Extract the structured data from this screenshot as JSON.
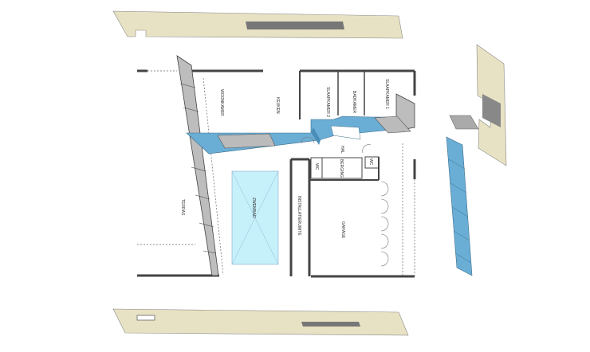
{
  "rooms": {
    "woonkamer": "WOONKAMER",
    "keuken": "KEUKEN",
    "slaapkamer2": "SLAAPKAMER 2",
    "badkamer": "BADKAMER",
    "slaapkamer1": "SLAAPKAMER 1",
    "hal": "HAL",
    "wc1": "WC",
    "berging": "BERGING",
    "wc2": "WC",
    "terras": "TERRAS",
    "zwembad": "ZWEMBAD",
    "installatieruimte": "INSTALLATIERUIMTE",
    "garage": "GARAGE"
  },
  "colors": {
    "beige": "#e8e2c4",
    "blue": "#6aaed6",
    "pool": "#c6f1fb",
    "wall": "#444444",
    "glass": "#bdbdbd"
  }
}
